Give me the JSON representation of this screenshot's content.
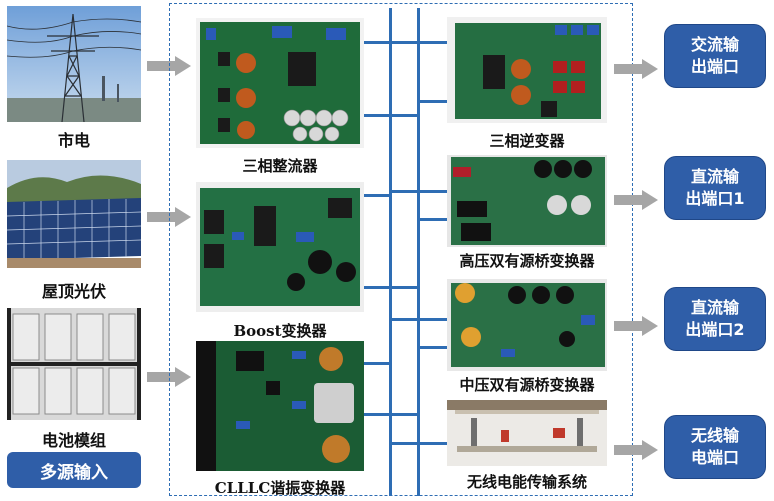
{
  "inputs": [
    {
      "label": "市电",
      "photo": "power-tower-photo"
    },
    {
      "label": "屋顶光伏",
      "photo": "solar-panel-photo"
    },
    {
      "label": "电池模组",
      "photo": "battery-module-photo"
    }
  ],
  "input_group_label": "多源输入",
  "converters_left": [
    {
      "label": "三相整流器"
    },
    {
      "label": "Boost变换器"
    },
    {
      "label": "CLLLC谐振变换器"
    }
  ],
  "converters_right": [
    {
      "label": "三相逆变器"
    },
    {
      "label": "高压双有源桥变换器"
    },
    {
      "label": "中压双有源桥变换器"
    },
    {
      "label": "无线电能传输系统"
    }
  ],
  "outputs": [
    {
      "line1": "交流输",
      "line2": "出端口"
    },
    {
      "line1": "直流输",
      "line2": "出端口1"
    },
    {
      "line1": "直流输",
      "line2": "出端口2"
    },
    {
      "line1": "无线输",
      "line2": "电端口"
    }
  ],
  "colors": {
    "bus": "#2e6db4",
    "box": "#2f5ea8",
    "arrow": "#a6a6a6",
    "pcb": "#1f6b3a"
  }
}
